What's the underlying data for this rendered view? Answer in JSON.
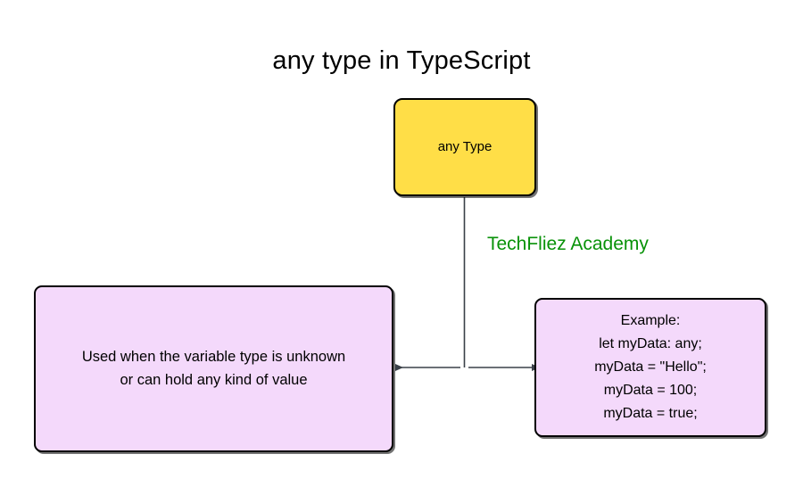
{
  "diagram": {
    "title": "any type in TypeScript",
    "brand": "TechFliez Academy",
    "type": "concept-map",
    "colors": {
      "root_fill": "#FFDE47",
      "leaf_fill": "#F4D9FB",
      "node_border": "#000000",
      "connector": "#3A4048",
      "brand_text": "#089208",
      "background": "#FFFFFF",
      "text": "#000000"
    },
    "nodes": {
      "root": {
        "label": "any Type"
      },
      "left": {
        "label": "Used when the variable type is unknown\nor can hold any kind of value"
      },
      "right": {
        "label": "Example:\nlet myData: any;\nmyData = \"Hello\";\nmyData = 100;\nmyData = true;"
      }
    },
    "connectors": [
      {
        "from": "root",
        "to": "left",
        "arrow": "left",
        "style": "elbow"
      },
      {
        "from": "root",
        "to": "right",
        "arrow": "right",
        "style": "elbow"
      }
    ]
  }
}
